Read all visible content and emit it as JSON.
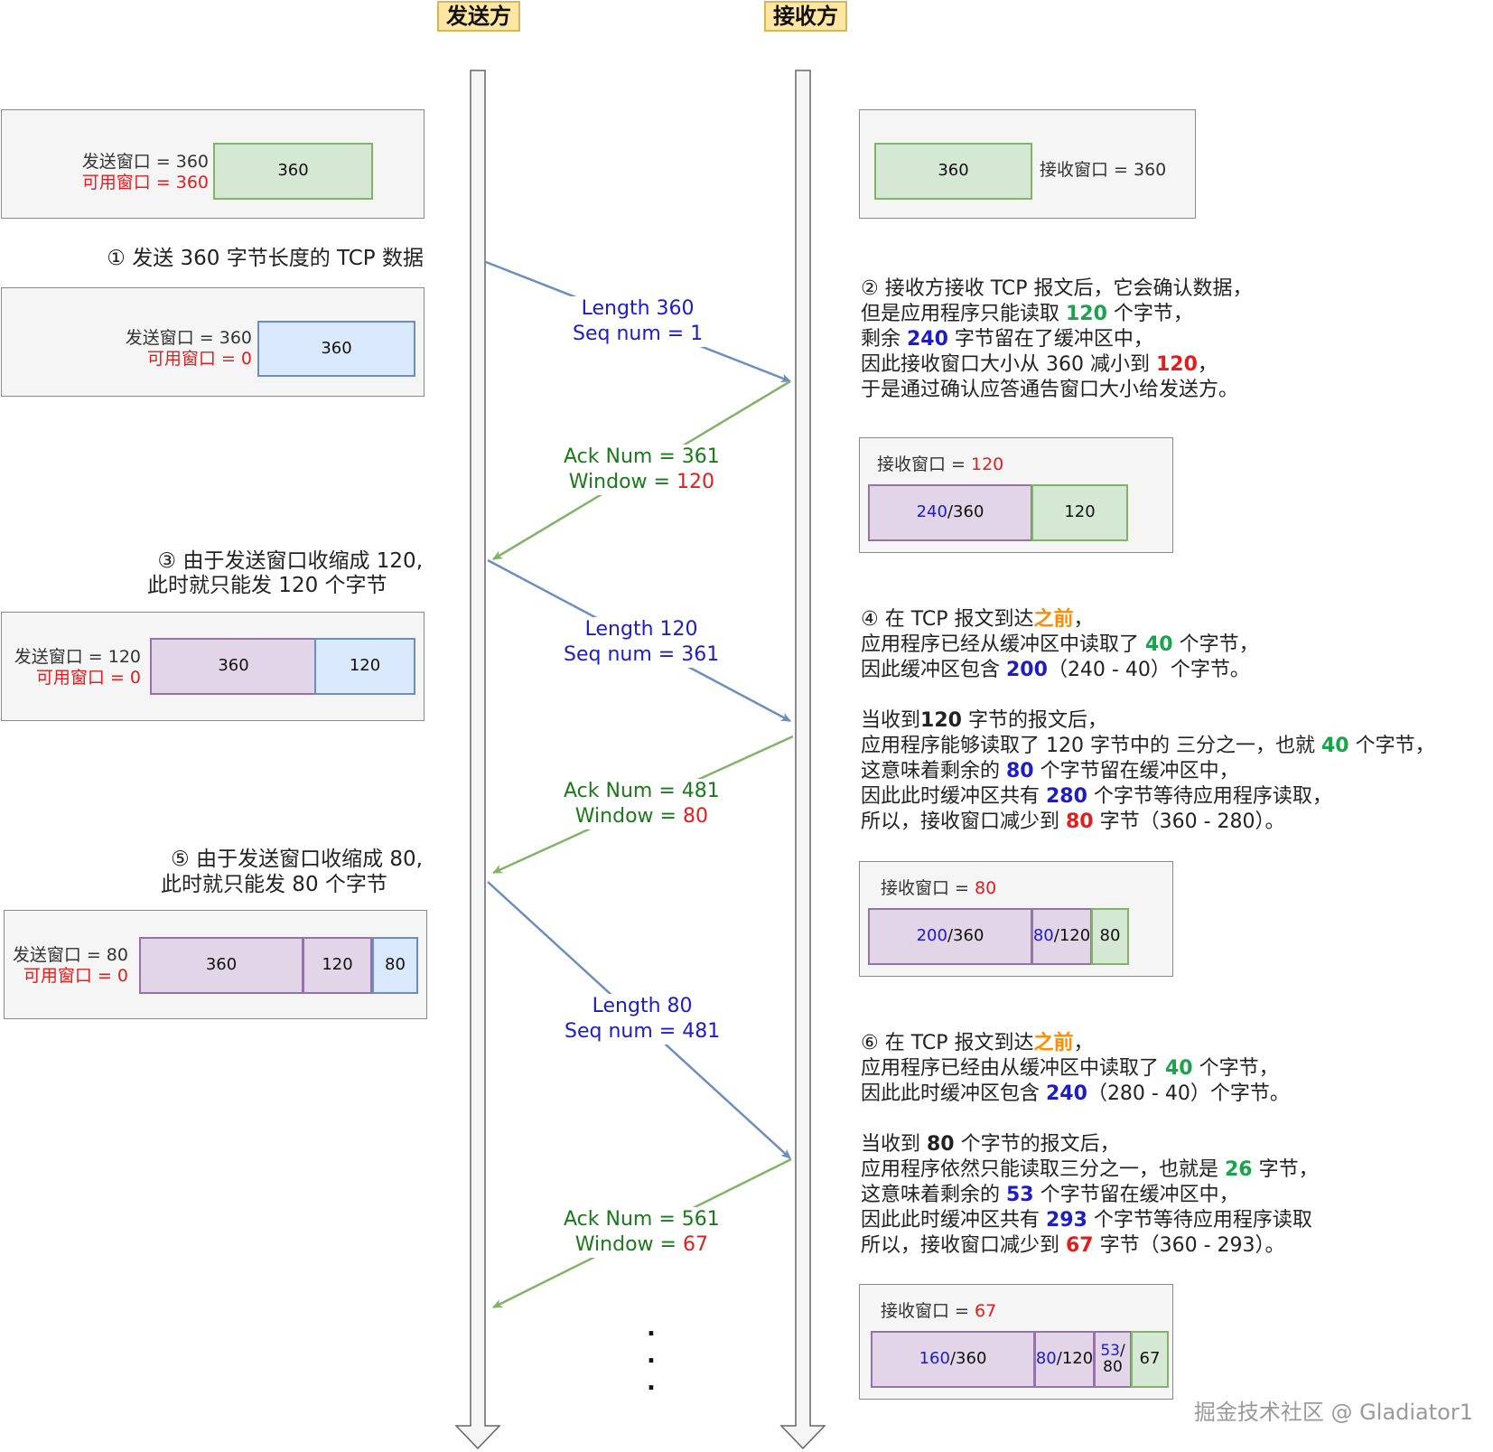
{
  "headers": {
    "sender": "发送方",
    "receiver": "接收方"
  },
  "sender_panels": [
    {
      "send_window": "发送窗口 = 360",
      "usable_window": "可用窗口 = 360",
      "boxes": [
        "360"
      ]
    },
    {
      "send_window": "发送窗口 = 360",
      "usable_window": "可用窗口 = 0",
      "boxes": [
        "360"
      ]
    },
    {
      "send_window": "发送窗口 = 120",
      "usable_window": "可用窗口 = 0",
      "boxes": [
        "360",
        "120"
      ]
    },
    {
      "send_window": "发送窗口 = 80",
      "usable_window": "可用窗口 = 0",
      "boxes": [
        "360",
        "120",
        "80"
      ]
    }
  ],
  "sender_notes": {
    "step1": "① 发送 360 字节长度的 TCP 数据",
    "step3_line1": "③ 由于发送窗口收缩成 120,",
    "step3_line2": "此时就只能发 120 个字节",
    "step5_line1": "⑤ 由于发送窗口收缩成 80,",
    "step5_line2": "此时就只能发 80 个字节"
  },
  "receiver_panels": {
    "p1": {
      "box": "360",
      "label": "接收窗口 = 360"
    },
    "p2": {
      "label_prefix": "接收窗口 = ",
      "label_value": "120",
      "box1_a": "240",
      "box1_b": "/360",
      "box2": "120"
    },
    "p3": {
      "label_prefix": "接收窗口 = ",
      "label_value": "80",
      "box1_a": "200",
      "box1_b": "/360",
      "box2_a": "80",
      "box2_b": "/120",
      "box3": "80"
    },
    "p4": {
      "label_prefix": "接收窗口 = ",
      "label_value": "67",
      "box1_a": "160",
      "box1_b": "/360",
      "box2_a": "80",
      "box2_b": "/120",
      "box3_a": "53",
      "box3_b": "/",
      "box3_c": "80",
      "box4": "67"
    }
  },
  "messages": [
    {
      "line1": "Length 360",
      "line2": "Seq num = 1"
    },
    {
      "line1_prefix": "Ack Num = ",
      "line1_value": "361",
      "line2_prefix": "Window = ",
      "line2_value": "120"
    },
    {
      "line1": "Length 120",
      "line2": "Seq num = 361"
    },
    {
      "line1_prefix": "Ack Num = ",
      "line1_value": "481",
      "line2_prefix": "Window = ",
      "line2_value": "80"
    },
    {
      "line1": "Length 80",
      "line2": "Seq num = 481"
    },
    {
      "line1_prefix": "Ack Num = ",
      "line1_value": "561",
      "line2_prefix": "Window = ",
      "line2_value": "67"
    }
  ],
  "receiver_notes": {
    "n2": {
      "l1": "② 接收方接收 TCP 报文后，它会确认数据，",
      "l2a": "但是应用程序只能读取 ",
      "l2b": "120",
      "l2c": " 个字节，",
      "l3a": "剩余 ",
      "l3b": "240",
      "l3c": " 字节留在了缓冲区中，",
      "l4a": "因此接收窗口大小从 360 减小到 ",
      "l4b": "120",
      "l4c": "，",
      "l5": "于是通过确认应答通告窗口大小给发送方。"
    },
    "n4": {
      "l1a": "④  在 TCP 报文到达",
      "l1b": "之前",
      "l1c": "，",
      "l2a": "应用程序已经从缓冲区中读取了 ",
      "l2b": "40",
      "l2c": " 个字节，",
      "l3a": "因此缓冲区包含 ",
      "l3b": "200",
      "l3c": "（240 - 40）个字节。",
      "l4a": "当收到",
      "l4b": "120",
      "l4c": " 字节的报文后，",
      "l5a": "应用程序能够读取了 120 字节中的 三分之一，也就 ",
      "l5b": "40",
      "l5c": " 个字节，",
      "l6a": "这意味着剩余的 ",
      "l6b": "80",
      "l6c": " 个字节留在缓冲区中，",
      "l7a": "因此此时缓冲区共有 ",
      "l7b": "280",
      "l7c": " 个字节等待应用程序读取，",
      "l8a": "所以，接收窗口减少到 ",
      "l8b": "80",
      "l8c": " 字节（360 - 280）。"
    },
    "n6": {
      "l1a": "⑥  在 TCP 报文到达",
      "l1b": "之前",
      "l1c": "，",
      "l2a": "应用程序已经由从缓冲区中读取了 ",
      "l2b": "40",
      "l2c": " 个字节，",
      "l3a": "因此此时缓冲区包含 ",
      "l3b": "240",
      "l3c": "（280 - 40）个字节。",
      "l4a": "当收到 ",
      "l4b": "80",
      "l4c": " 个字节的报文后，",
      "l5a": "应用程序依然只能读取三分之一，也就是 ",
      "l5b": "26",
      "l5c": " 字节，",
      "l6a": "这意味着剩余的 ",
      "l6b": "53",
      "l6c": " 个字节留在缓冲区中，",
      "l7a": "因此此时缓冲区共有 ",
      "l7b": "293",
      "l7c": " 个字节等待应用程序读取",
      "l8a": "所以，接收窗口减少到 ",
      "l8b": "67",
      "l8c": " 字节（360 - 293）。"
    }
  },
  "ellipsis": ".",
  "watermark": "掘金技术社区 @ Gladiator1"
}
